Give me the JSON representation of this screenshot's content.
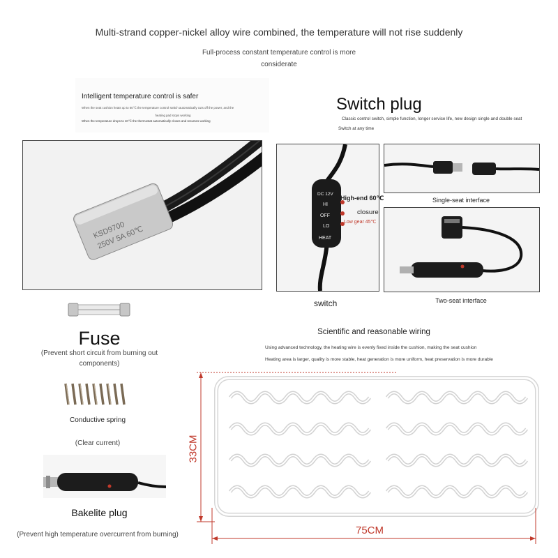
{
  "header": {
    "headline": "Multi-strand copper-nickel alloy wire combined, the temperature will not rise suddenly",
    "subline_1": "Full-process constant temperature control is more",
    "subline_2": "considerate"
  },
  "thermostat": {
    "title": "Intelligent temperature control is safer",
    "note_1a": "When the seat cushion heats up to 60℃ the temperature control switch automatically cuts off the power, and the",
    "note_1b": "heating pad stops working",
    "note_2": "When the temperature drops to 40℃ the thermostat automatically closes and resumes working",
    "part_label_1": "KSD9700",
    "part_label_2": "250V 5A 60℃"
  },
  "switch_plug": {
    "title": "Switch plug",
    "desc_1": "Classic control switch, simple function, longer service life, new design single and double seat",
    "desc_2": "Switch at any time",
    "controller_labels": [
      "DC 12V",
      "HI",
      "OFF",
      "LO",
      "HEAT"
    ],
    "high_end": "High-end 60℃",
    "closure": "closure",
    "low_gear": "Low gear 45℃",
    "switch_label": "switch",
    "single_seat": "Single-seat interface",
    "two_seat": "Two-seat interface"
  },
  "fuse": {
    "title": "Fuse",
    "desc_1": "(Prevent short circuit from burning out",
    "desc_2": "components)"
  },
  "spring": {
    "title": "Conductive spring",
    "desc": "(Clear current)"
  },
  "bakelite": {
    "title": "Bakelite plug",
    "desc": "(Prevent high temperature overcurrent from burning)"
  },
  "wiring": {
    "title": "Scientific and reasonable wiring",
    "desc_1": "Using advanced technology, the heating wire is evenly fixed inside the cushion, making the seat cushion",
    "desc_2": "Heating area is larger, quality is more stable, heat generation is more uniform, heat preservation is more durable",
    "height": "33CM",
    "width": "75CM"
  },
  "colors": {
    "dimension_red": "#c0392b",
    "wire_outline": "#d8d8d8",
    "label_red": "#c0392b"
  }
}
